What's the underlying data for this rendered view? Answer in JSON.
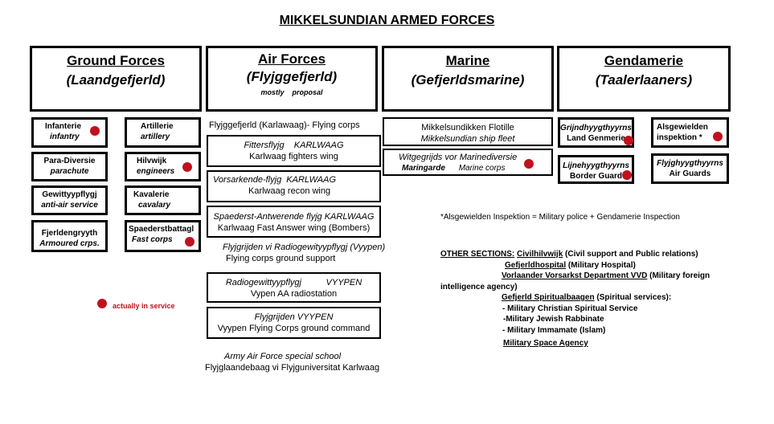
{
  "title": "MIKKELSUNDIAN ARMED FORCES",
  "headers": {
    "ground": {
      "title": "Ground Forces",
      "subtitle": "(Laandgefjerld)"
    },
    "air": {
      "title": "Air Forces",
      "subtitle": "(Flyjggefjerld)",
      "note": "mostly    proposal"
    },
    "marine": {
      "title": "Marine",
      "subtitle": "(Gefjerldsmarine)"
    },
    "gendarmerie": {
      "title": "Gendamerie",
      "subtitle": "(Taalerlaaners)"
    }
  },
  "ground_units": [
    {
      "name": "Infanterie",
      "sub": "infantry"
    },
    {
      "name": "Artillerie",
      "sub": "artillery"
    },
    {
      "name": "Para-Diversie",
      "sub": "parachute"
    },
    {
      "name": "Hilvwijk",
      "sub": "engineers"
    },
    {
      "name": "Gewittyypflygj",
      "sub": "anti-air service"
    },
    {
      "name": "Kavalerie",
      "sub": "cavalary"
    },
    {
      "name": "Fjerldengryyth",
      "sub": "Armoured crps."
    },
    {
      "name": "Spaederstbattagl",
      "sub": "Fast corps"
    }
  ],
  "air_units": {
    "corps_label": "Flyjggefjerld (Karlawaag)- Flying corps",
    "fighters": {
      "l1": "Fittersflyjg    KARLWAAG",
      "l2": "Karlwaag fighters wing"
    },
    "recon": {
      "l1": "Vorsarkende-flyjg  KARLWAAG",
      "l2": "Karlwaag recon wing"
    },
    "fast_answer": {
      "l1": "Spaederst-Antwerende flyjg KARLWAAG",
      "l2": "Karlwaag Fast Answer wing (Bombers)"
    },
    "ground_support": {
      "l1": "Flyjgrijden vi Radiogewityypflygj (Vyypen)",
      "l2": "Flying corps ground support"
    },
    "aa_radio": {
      "l1": "Radiogewittyypflygj          VYYPEN",
      "l2": "Vypen AA radiostation"
    },
    "command": {
      "l1": "Flyjgrijden VYYPEN",
      "l2": "Vyypen  Flying Corps ground command"
    },
    "school": {
      "l1": "Army Air Force special school",
      "l2": "Flyjglaandebaag vi Flyjguniversitat Karlwaag"
    }
  },
  "marine_units": {
    "flotilla": {
      "l1": "Mikkelsundikken Flotille",
      "l2": "Mikkelsundian ship fleet"
    },
    "corps": {
      "l1": "Witgegrijds vor Marinediversie",
      "l2a": "Maringarde",
      "l2b": "Marine corps"
    }
  },
  "gendarmerie_units": [
    {
      "name": "Grijndhyygthyyrns",
      "sub": "Land Genmerie"
    },
    {
      "name": "Alsgewielden",
      "sub": "inspektion *"
    },
    {
      "name": "Lijnehyygthyyrns",
      "sub": "Border Guard"
    },
    {
      "name": "Flyjghyygthyyrns",
      "sub": "Air Guards"
    }
  ],
  "legend": {
    "label": "actually in service",
    "color": "#c0121e"
  },
  "footnote": "*Alsgewielden Inspektion = Military police + Gendamerie Inspection",
  "other_sections": {
    "label": "OTHER SECTIONS:",
    "civil_name": "Civilhilvwijk",
    "civil_desc": " (Civil support and Public relations)",
    "hospital_name": "Gefjerldhospital",
    "hospital_desc": " (Military Hospital)",
    "intel_name": "Vorlaander Vorsarkst Department VVD",
    "intel_desc": " (Military foreign",
    "intel_desc2": "intelligence agency)",
    "spiritual_name": "Gefjerld Spiritualbaagen",
    "spiritual_desc": " (Spiritual services):",
    "spiritual_items": [
      "- Military Christian Spiritual Service",
      "-Military Jewish Rabbinate",
      "- Military Immamate (Islam)"
    ],
    "space": "Military Space Agency"
  }
}
